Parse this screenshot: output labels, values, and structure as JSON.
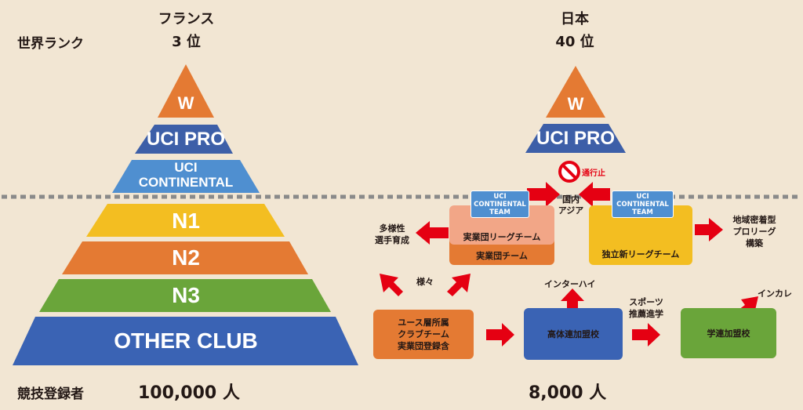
{
  "header": {
    "rank_label": "世界ランク",
    "left_country": "フランス",
    "left_rank": "3 位",
    "right_country": "日本",
    "right_rank": "40 位"
  },
  "left_pyramid": {
    "w": "W",
    "uci_pro": "UCI PRO",
    "uci_continental_1": "UCI",
    "uci_continental_2": "CONTINENTAL",
    "n1": "N1",
    "n2": "N2",
    "n3": "N3",
    "other": "OTHER CLUB"
  },
  "right_pyramid": {
    "w": "W",
    "uci_pro": "UCI PRO"
  },
  "flow": {
    "no_entry": "通行止",
    "domestic_1": "国内",
    "domestic_2": "アジア",
    "uci_team_left_1": "UCI",
    "uci_team_left_2": "CONTINENTAL",
    "uci_team_left_3": "TEAM",
    "uci_team_right_1": "UCI",
    "uci_team_right_2": "CONTINENTAL",
    "uci_team_right_3": "TEAM",
    "corp_league": "実業団リーグチーム",
    "corp_team": "実業団チーム",
    "indep_league": "独立新リーグチーム",
    "diversity_1": "多様性",
    "diversity_2": "選手育成",
    "regional_1": "地域密着型",
    "regional_2": "プロリーグ",
    "regional_3": "構築",
    "various": "様々",
    "youth_1": "ユース層所属",
    "youth_2": "クラブチーム",
    "youth_3": "実業団登録含",
    "highschool": "高体連加盟校",
    "interhigh": "インターハイ",
    "sports_1": "スポーツ",
    "sports_2": "推薦進学",
    "university": "学連加盟校",
    "intercollege": "インカレ"
  },
  "footer": {
    "registered_label": "競技登録者",
    "left_count": "100,000 人",
    "right_count": "8,000 人"
  },
  "colors": {
    "background": "#f2e6d3",
    "orange": "#e47a33",
    "navy": "#3d5fa8",
    "sky": "#4f8fd0",
    "yellow": "#f3be21",
    "green": "#6aa53a",
    "blue_dark": "#3a63b4",
    "arrow_red": "#e50012",
    "salmon": "#f2a687",
    "green_box": "#6aa53a"
  }
}
